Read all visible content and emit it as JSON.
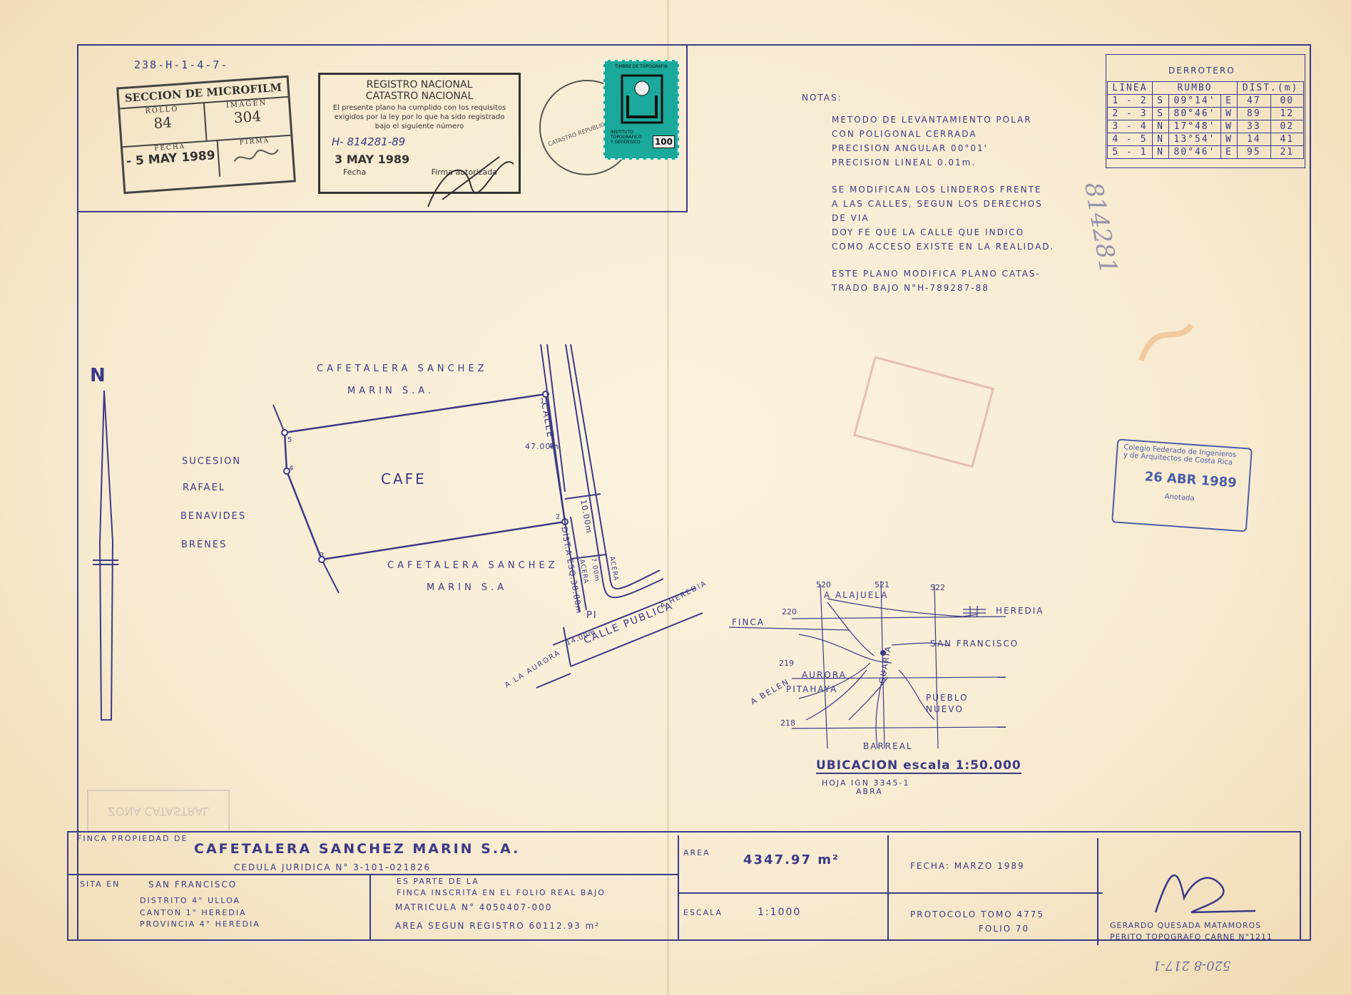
{
  "sheet_code": "238-H-1-4-7-",
  "bottom_handwritten": "520-8 217-1",
  "microfilm": {
    "title": "SECCION DE MICROFILM",
    "rollo_label": "ROLLO",
    "rollo": "84",
    "imagen_label": "IMAGEN",
    "imagen": "304",
    "fecha_label": "FECHA",
    "fecha": "- 5 MAY 1989",
    "firma_label": "FIRMA"
  },
  "registro": {
    "line1": "REGISTRO NACIONAL",
    "line2": "CATASTRO NACIONAL",
    "body": "El presente plano ha cumplido con los requisitos exigidos por la ley por lo que ha sido registrado bajo el siguiente número",
    "numero": "H- 814281-89",
    "fecha": "3 MAY 1989",
    "fecha_label": "Fecha",
    "firma_label": "Firma autorizada"
  },
  "timbre": {
    "top": "TIMBRE DE TOPOGRAFIA",
    "value": "100",
    "lines": [
      "INSTITUTO",
      "TOPOGRAFICO",
      "Y GEODESICO"
    ]
  },
  "seal_text": "CATASTRO REPUBLICA DE COSTA RICA",
  "notas": {
    "title": "NOTAS:",
    "lines": [
      "METODO DE LEVANTAMIENTO POLAR",
      "CON POLIGONAL CERRADA",
      "PRECISION ANGULAR 00°01'",
      "PRECISION LINEAL 0.01m.",
      "",
      "SE MODIFICAN LOS LINDEROS FRENTE",
      "A LAS CALLES, SEGUN LOS DERECHOS",
      "DE VIA",
      "DOY FE QUE LA CALLE QUE INDICO",
      "COMO ACCESO EXISTE EN LA REALIDAD.",
      "",
      "ESTE PLANO MODIFICA PLANO CATAS-",
      "TRADO BAJO N°H-789287-88"
    ]
  },
  "side_handwritten": "814281",
  "derrotero": {
    "title": "DERROTERO",
    "headers": [
      "LINEA",
      "RUMBO",
      "DIST.(m)"
    ],
    "rows": [
      [
        "1 - 2",
        "S",
        "09°14'",
        "E",
        "47",
        "00"
      ],
      [
        "2 - 3",
        "S",
        "80°46'",
        "W",
        "89",
        "12"
      ],
      [
        "3 - 4",
        "N",
        "17°48'",
        "W",
        "33",
        "02"
      ],
      [
        "4 - 5",
        "N",
        "13°54'",
        "W",
        "14",
        "41"
      ],
      [
        "5 - 1",
        "N",
        "80°46'",
        "E",
        "95",
        "21"
      ]
    ]
  },
  "colegio_stamp": {
    "line1": "Colegio Federado de Ingenieros",
    "line2": "y de Arquitectos de Costa Rica",
    "date": "26 ABR 1989",
    "footer": "Anotada"
  },
  "plan": {
    "north": "N",
    "parcel_label": "CAFE",
    "north_neighbor": [
      "CAFETALERA SANCHEZ",
      "MARIN S.A."
    ],
    "south_neighbor": [
      "CAFETALERA SANCHEZ",
      "MARIN S.A"
    ],
    "west_neighbor": [
      "SUCESION",
      "RAFAEL",
      "BENAVIDES",
      "BRENES"
    ],
    "vertices": [
      "1",
      "2",
      "3",
      "4",
      "5"
    ],
    "side_length": "47.00m",
    "calle4": "CALLE 4",
    "street_width": "10.00m",
    "dist_esq": "DIST.A ESQ.30.80m",
    "aceras": [
      "ACERA",
      "7.00m",
      "ACERA"
    ],
    "pi": "PI",
    "calle_publica": "CALLE PUBLICA",
    "calle_width": "14.00m",
    "to_heredia": "A HEREDIA",
    "to_aurora": "A LA AURORA"
  },
  "location_map": {
    "title": "UBICACION escala 1:50.000",
    "hoja": "HOJA IGN 3345-1",
    "hoja2": "ABRA",
    "labels": [
      "A ALAJUELA",
      "HEREDIA",
      "SAN FRANCISCO",
      "AURORA",
      "PITAHAYA",
      "A BELEN",
      "PUEBLO",
      "NUEVO",
      "BARREAL",
      "FINCA",
      "GUARIA"
    ],
    "grid_top": [
      "520",
      "521",
      "522"
    ],
    "grid_left": [
      "220",
      "219",
      "218"
    ]
  },
  "footer": {
    "owner_label": "FINCA PROPIEDAD DE",
    "owner": "CAFETALERA SANCHEZ MARIN S.A.",
    "cedula": "CEDULA JURIDICA N° 3-101-021826",
    "sita_label": "SITA EN",
    "sita": "SAN FRANCISCO",
    "distrito": "DISTRITO 4° ULLOA",
    "canton": "CANTON 1° HEREDIA",
    "provincia": "PROVINCIA 4° HEREDIA",
    "es_parte": "ES PARTE DE LA",
    "finca_inscrita": "FINCA INSCRITA EN EL FOLIO REAL BAJO",
    "matricula": "MATRICULA N° 4050407-000",
    "area_registro": "AREA SEGUN REGISTRO 60112.93 m²",
    "area_label": "AREA",
    "area": "4347.97 m²",
    "fecha": "FECHA: MARZO 1989",
    "escala_label": "ESCALA",
    "escala": "1:1000",
    "protocolo": "PROTOCOLO TOMO 4775",
    "folio": "FOLIO 70",
    "surveyor": "GERARDO QUESADA MATAMOROS",
    "surveyor_title": "PERITO TOPOGRAFO CARNE N°1211"
  },
  "ghost_stamp": "ZONA CATASTRAL",
  "colors": {
    "ink": "#3b3a86",
    "paper": "#f7ead0",
    "teal": "#1aa99b",
    "red": "#b44c4c"
  }
}
